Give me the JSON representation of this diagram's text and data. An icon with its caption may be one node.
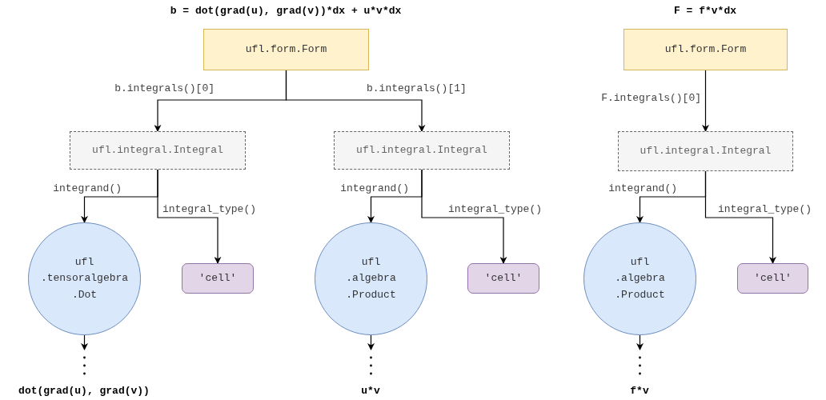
{
  "diagram": {
    "nodes": [
      {
        "text": [
          "ufl.form.Form"
        ]
      },
      {
        "text": [
          "ufl.integral.Integral"
        ]
      },
      {
        "text": [
          "ufl.integral.Integral"
        ]
      },
      {
        "text": [
          "ufl .tensoralgebra .Dot"
        ]
      },
      {
        "text": [
          "'cell'"
        ]
      },
      {
        "text": [
          "ufl .algebra .Product"
        ]
      },
      {
        "text": [
          "'cell'"
        ]
      },
      {
        "text": [
          "ufl.form.Form"
        ]
      },
      {
        "text": [
          "ufl.integral.Integral"
        ]
      },
      {
        "text": [
          "ufl .algebra .Product"
        ]
      },
      {
        "text": [
          "'cell'"
        ]
      }
    ],
    "edges": [
      {
        "from": 0,
        "to": 1,
        "arrow": "to",
        "label": "b.integrals()[0]"
      },
      {
        "from": 0,
        "to": 2,
        "arrow": "to",
        "label": "b.integrals()[1]"
      },
      {
        "from": 1,
        "to": 3,
        "arrow": "to",
        "label": "integrand()"
      },
      {
        "from": 1,
        "to": 4,
        "arrow": "to",
        "label": "integral_type()"
      },
      {
        "from": 3,
        "to": null,
        "arrow": "to"
      },
      {
        "from": 2,
        "to": 5,
        "arrow": "to",
        "label": "integrand()"
      },
      {
        "from": 2,
        "to": 6,
        "arrow": "to",
        "label": "integral_type()"
      },
      {
        "from": 5,
        "to": null,
        "arrow": "to"
      },
      {
        "from": 7,
        "to": 8,
        "arrow": "to",
        "label": "F.integrals()[0]"
      },
      {
        "from": 8,
        "to": 9,
        "arrow": "to",
        "label": "integrand()"
      },
      {
        "from": 8,
        "to": 10,
        "arrow": "to",
        "label": "integral_type()"
      },
      {
        "from": 9,
        "to": null,
        "arrow": "to"
      }
    ],
    "labels": [
      "b = dot(grad(u), grad(v))*dx + u*v*dx",
      "F = f*v*dx",
      "dot(grad(u), grad(v))",
      "u*v",
      "f*v"
    ]
  }
}
